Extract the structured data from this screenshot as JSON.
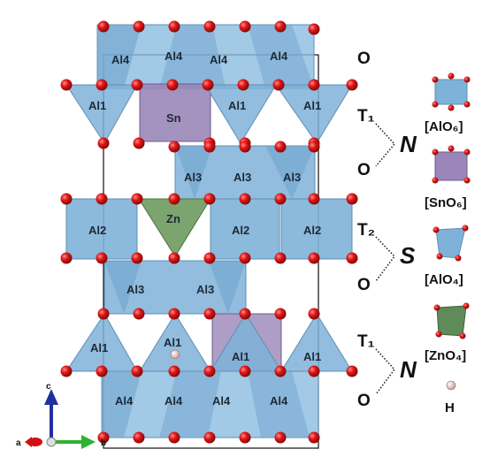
{
  "colors": {
    "alo6": "#7fb2d8",
    "sno6": "#9a86b8",
    "alo4": "#7fb2d8",
    "zno4": "#5f8a5a",
    "oxygen": "#e01818",
    "hydrogen": "#f0d6d6",
    "axis_a": "#d01010",
    "axis_b": "#30b030",
    "axis_c": "#2030a0"
  },
  "sites": {
    "al4_top_1": "Al4",
    "al4_top_2": "Al4",
    "al4_top_3": "Al4",
    "al4_top_4": "Al4",
    "al1_row1_1": "Al1",
    "sn": "Sn",
    "al1_row1_2": "Al1",
    "al1_row1_3": "Al1",
    "al3_row2_1": "Al3",
    "al3_row2_2": "Al3",
    "al3_row2_3": "Al3",
    "al2_1": "Al2",
    "zn": "Zn",
    "al2_2": "Al2",
    "al2_3": "Al2",
    "al3_row4_1": "Al3",
    "al3_row4_2": "Al3",
    "al1_row5_1": "Al1",
    "al1_row5_2": "Al1",
    "al1_row5_3": "Al1",
    "al1_row5_4": "Al1",
    "al4_bot_1": "Al4",
    "al4_bot_2": "Al4",
    "al4_bot_3": "Al4",
    "al4_bot_4": "Al4"
  },
  "layers": {
    "o_top": "O",
    "t1_upper": "T₁",
    "o_upper": "O",
    "t2": "T₂",
    "o_middle": "O",
    "t1_lower": "T₁",
    "o_lower": "O"
  },
  "blocks": {
    "n_upper": "N",
    "s": "S",
    "n_lower": "N"
  },
  "legend": {
    "alo6": "[AlO₆]",
    "sno6": "[SnO₆]",
    "alo4": "[AlO₄]",
    "zno4": "[ZnO₄]",
    "h": "H"
  },
  "axes": {
    "a": "a",
    "b": "b",
    "c": "c"
  }
}
